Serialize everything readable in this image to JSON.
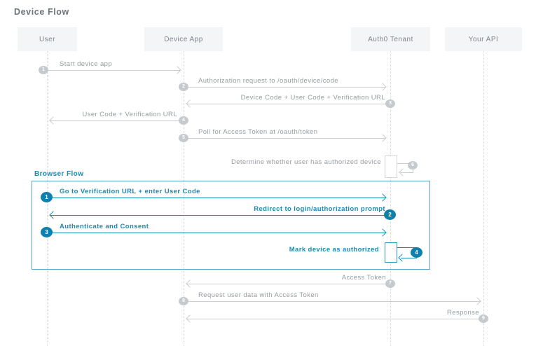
{
  "title": "Device Flow",
  "actors": [
    {
      "label": "User"
    },
    {
      "label": "Device App"
    },
    {
      "label": "Auth0 Tenant"
    },
    {
      "label": "Your API"
    }
  ],
  "main_flow": {
    "steps": [
      {
        "num": "1",
        "label": "Start device app",
        "from": "User",
        "to": "Device App"
      },
      {
        "num": "2",
        "label": "Authorization request to /oauth/device/code",
        "from": "Device App",
        "to": "Auth0 Tenant"
      },
      {
        "num": "3",
        "label": "Device Code + User Code + Verification URL",
        "from": "Auth0 Tenant",
        "to": "Device App"
      },
      {
        "num": "4",
        "label": "User Code + Verification URL",
        "from": "Device App",
        "to": "User"
      },
      {
        "num": "5",
        "label": "Poll for Access Token at /oauth/token",
        "from": "Device App",
        "to": "Auth0 Tenant"
      },
      {
        "num": "6",
        "label": "Determine whether user has authorized device",
        "from": "Auth0 Tenant",
        "to": "Auth0 Tenant"
      },
      {
        "num": "7",
        "label": "Access Token",
        "from": "Auth0 Tenant",
        "to": "Device App"
      },
      {
        "num": "8",
        "label": "Request user data with Access Token",
        "from": "Device App",
        "to": "Your API"
      },
      {
        "num": "9",
        "label": "Response",
        "from": "Your API",
        "to": "Device App"
      }
    ]
  },
  "browser_flow": {
    "label": "Browser Flow",
    "steps": [
      {
        "num": "1",
        "label": "Go to Verification URL + enter User Code",
        "from": "User",
        "to": "Auth0 Tenant"
      },
      {
        "num": "2",
        "label": "Redirect to login/authorization prompt",
        "from": "Auth0 Tenant",
        "to": "User"
      },
      {
        "num": "3",
        "label": "Authenticate and Consent",
        "from": "User",
        "to": "Auth0 Tenant"
      },
      {
        "num": "4",
        "label": "Mark device as authorized",
        "from": "Auth0 Tenant",
        "to": "Auth0 Tenant"
      }
    ]
  },
  "colors": {
    "accent_teal": "#1d89b4",
    "teal_badge": "#0e80ab",
    "gray_line": "#c9cdd2",
    "gray_label": "#959ca3",
    "gray_badge": "#c5cacf",
    "actor_box_bg": "#f4f5f6",
    "actor_box_text": "#7d848b"
  }
}
